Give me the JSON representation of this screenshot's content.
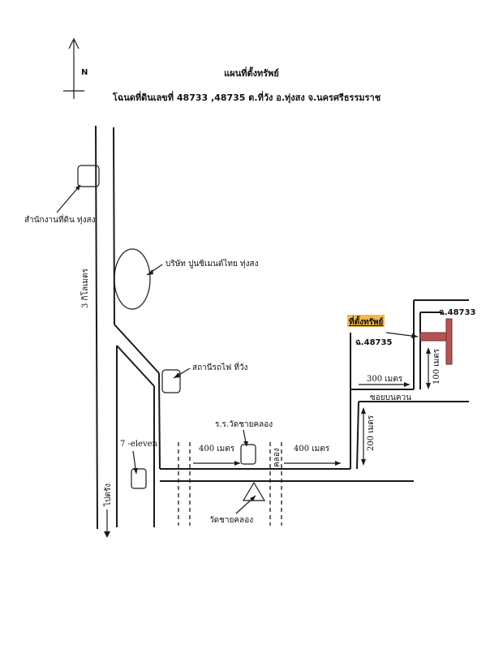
{
  "title": "แผนที่ตั้งทรัพย์",
  "subtitle": "โฉนดที่ดินเลขที่ 48733 ,48735 ต.ที่วัง อ.ทุ่งสง จ.นครศรีธรรมราช",
  "compass": {
    "label": "N"
  },
  "landmarks": {
    "land_office": "สำนักงานที่ดิน ทุ่งสง",
    "cement_company": "บริษัท ปูนซิเมนต์ไทย ทุ่งสง",
    "railway_station": "สถานีรถไฟ ที่วัง",
    "seven_eleven": "7 -eleven",
    "school": "ร.ร.วัดชายคลอง",
    "temple": "วัดชายคลอง",
    "canal": "คลอง",
    "property": "ที่ตั้งทรัพย์",
    "soi": "ซอยบนควน"
  },
  "distances": {
    "main_road": "3 กิโลเมตร",
    "left_segment": "400 เมตร",
    "right_segment": "400 เมตร",
    "soi_segment": "300 เมตร",
    "up_segment": "200 เมตร",
    "plot_segment": "100 เมตร"
  },
  "direction": "ไปตรัง",
  "parcels": {
    "a": "ฉ.48733",
    "b": "ฉ.48735"
  },
  "colors": {
    "ink": "#1a1a1a",
    "property_highlight": "#f2b84a",
    "parcel_fill": "#b35555",
    "parcel_stroke": "#7a2e2e"
  }
}
